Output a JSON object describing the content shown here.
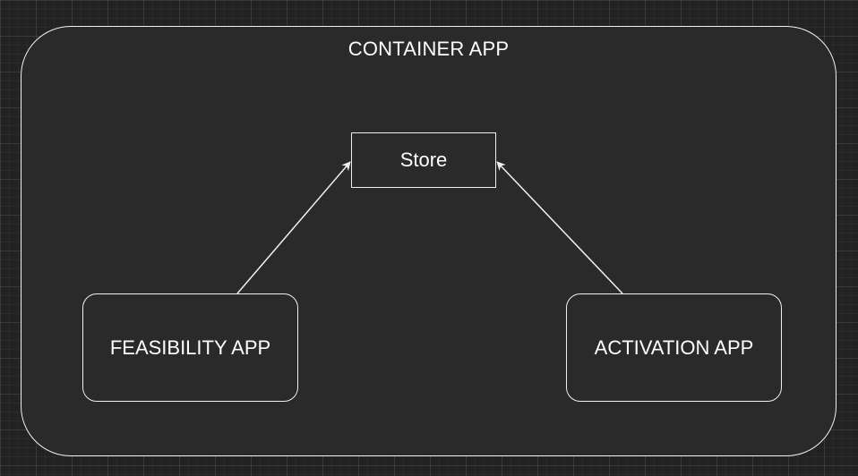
{
  "diagram": {
    "container": {
      "label": "CONTAINER APP"
    },
    "store": {
      "label": "Store"
    },
    "apps": [
      {
        "id": "feasibility",
        "label": "FEASIBILITY APP"
      },
      {
        "id": "activation",
        "label": "ACTIVATION APP"
      }
    ],
    "edges": [
      {
        "from": "feasibility",
        "to": "store"
      },
      {
        "from": "activation",
        "to": "store"
      }
    ],
    "colors": {
      "canvas": "#222222",
      "node_fill": "#2a2a2a",
      "stroke": "#f0f0f0",
      "text": "#ffffff"
    }
  }
}
